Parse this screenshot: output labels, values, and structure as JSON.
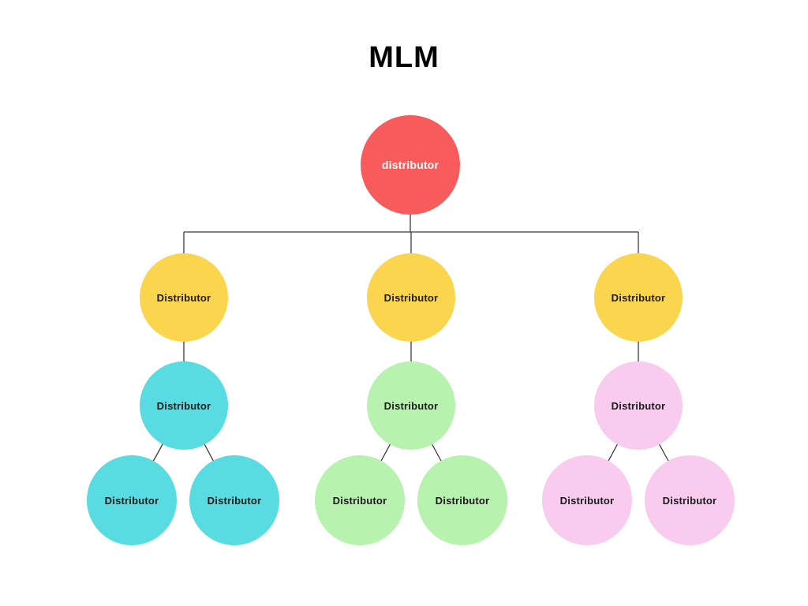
{
  "title": "MLM",
  "colors": {
    "background": "#ffffff",
    "title": "#000000",
    "line": "#3a3a3a",
    "root_fill": "#f85b5b",
    "root_text": "#ffffff",
    "level2_fill": "#fcd54e",
    "left_branch_fill": "#59dbe2",
    "middle_branch_fill": "#b7f2ae",
    "right_branch_fill": "#f9cbee",
    "node_text": "#1b1b1b"
  },
  "nodes": [
    {
      "id": "root",
      "label": "distributor"
    },
    {
      "id": "l2-left",
      "label": "Distributor"
    },
    {
      "id": "l2-middle",
      "label": "Distributor"
    },
    {
      "id": "l2-right",
      "label": "Distributor"
    },
    {
      "id": "l3-left",
      "label": "Distributor"
    },
    {
      "id": "l3-middle",
      "label": "Distributor"
    },
    {
      "id": "l3-right",
      "label": "Distributor"
    },
    {
      "id": "l4-left-1",
      "label": "Distributor"
    },
    {
      "id": "l4-left-2",
      "label": "Distributor"
    },
    {
      "id": "l4-middle-1",
      "label": "Distributor"
    },
    {
      "id": "l4-middle-2",
      "label": "Distributor"
    },
    {
      "id": "l4-right-1",
      "label": "Distributor"
    },
    {
      "id": "l4-right-2",
      "label": "Distributor"
    }
  ]
}
